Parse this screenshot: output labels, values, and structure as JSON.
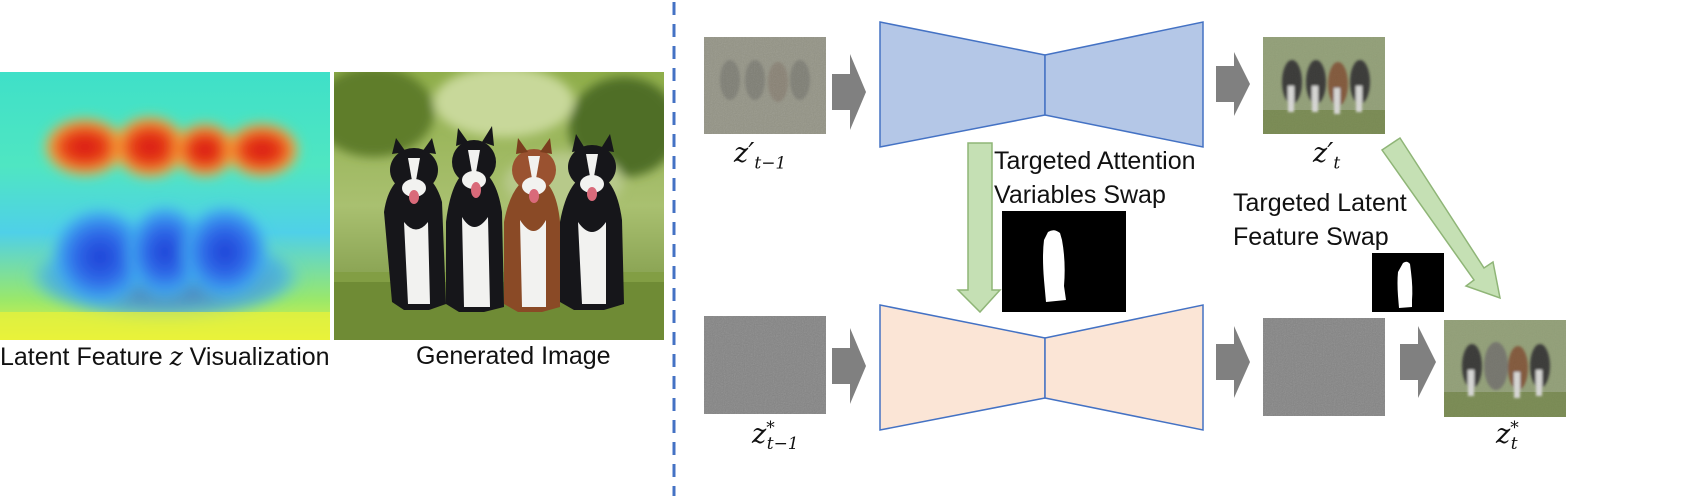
{
  "left_panel": {
    "heatmap_caption_prefix": "Latent Feature ",
    "heatmap_caption_var": "z",
    "heatmap_caption_suffix": " Visualization",
    "image_caption": "Generated Image"
  },
  "right_panel": {
    "top_row": {
      "input_label": "z′",
      "input_sub": "t−1",
      "output_label": "z′",
      "output_sub": "t"
    },
    "bottom_row": {
      "input_label": "z",
      "input_sup": "*",
      "input_sub": "t−1",
      "output_label": "z",
      "output_sup": "*",
      "output_sub": "t"
    },
    "attention_swap_label": [
      "Targeted Attention",
      "Variables Swap"
    ],
    "latent_swap_label": [
      "Targeted Latent",
      "Feature Swap"
    ]
  },
  "colors": {
    "unet_top_fill": "#b4c7e7",
    "unet_bottom_fill": "#fbe5d6",
    "unet_stroke": "#4472c4",
    "arrow_gray": "#808080",
    "swap_arrow_green": "#c5e0b4",
    "divider_blue": "#4472c4",
    "noise_gray": "#7f7f7f"
  }
}
